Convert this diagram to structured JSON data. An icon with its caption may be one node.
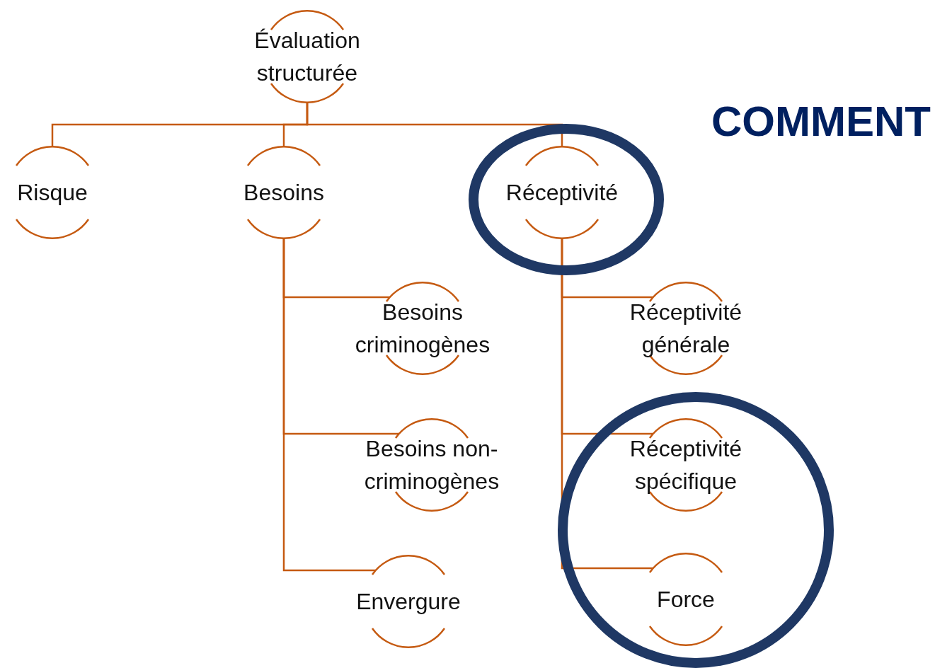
{
  "diagram": {
    "nodes": [
      {
        "text": [
          "Évaluation structurée"
        ]
      },
      {
        "text": [
          "Risque"
        ]
      },
      {
        "text": [
          "Besoins"
        ]
      },
      {
        "text": [
          "Réceptivité"
        ]
      },
      {
        "text": [
          "Besoins criminogènes"
        ]
      },
      {
        "text": [
          "Besoins non-criminogènes"
        ]
      },
      {
        "text": [
          "Envergure"
        ]
      },
      {
        "text": [
          "Réceptivité générale"
        ]
      },
      {
        "text": [
          "Réceptivité spécifique"
        ]
      },
      {
        "text": [
          "Force"
        ]
      }
    ],
    "edges": [
      {
        "from": 0,
        "to": 1,
        "arrow": "none"
      },
      {
        "from": 0,
        "to": 2,
        "arrow": "none"
      },
      {
        "from": 0,
        "to": 3,
        "arrow": "none"
      },
      {
        "from": 2,
        "to": 4,
        "arrow": "none"
      },
      {
        "from": 2,
        "to": 5,
        "arrow": "none"
      },
      {
        "from": 2,
        "to": 6,
        "arrow": "none"
      },
      {
        "from": 3,
        "to": 7,
        "arrow": "none"
      },
      {
        "from": 3,
        "to": 8,
        "arrow": "none"
      },
      {
        "from": 3,
        "to": 9,
        "arrow": "none"
      }
    ],
    "labels": [
      "COMMENT"
    ]
  }
}
